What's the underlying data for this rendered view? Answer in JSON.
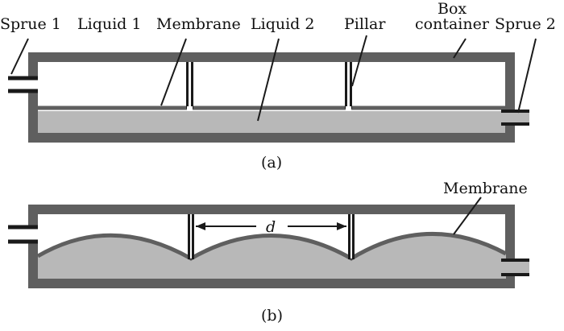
{
  "labels": {
    "sprue1": "Sprue 1",
    "liquid1": "Liquid 1",
    "membrane_a": "Membrane",
    "liquid2": "Liquid 2",
    "pillar": "Pillar",
    "box_line1": "Box",
    "box_line2": "container",
    "sprue2": "Sprue 2",
    "caption_a": "(a)",
    "membrane_b": "Membrane",
    "d_label": "d",
    "caption_b": "(b)"
  },
  "colors": {
    "wall": "#5f5f5f",
    "liquid": "#b8b8b8",
    "inner": "#ffffff",
    "line": "#1a1a1a",
    "text": "#111111"
  }
}
